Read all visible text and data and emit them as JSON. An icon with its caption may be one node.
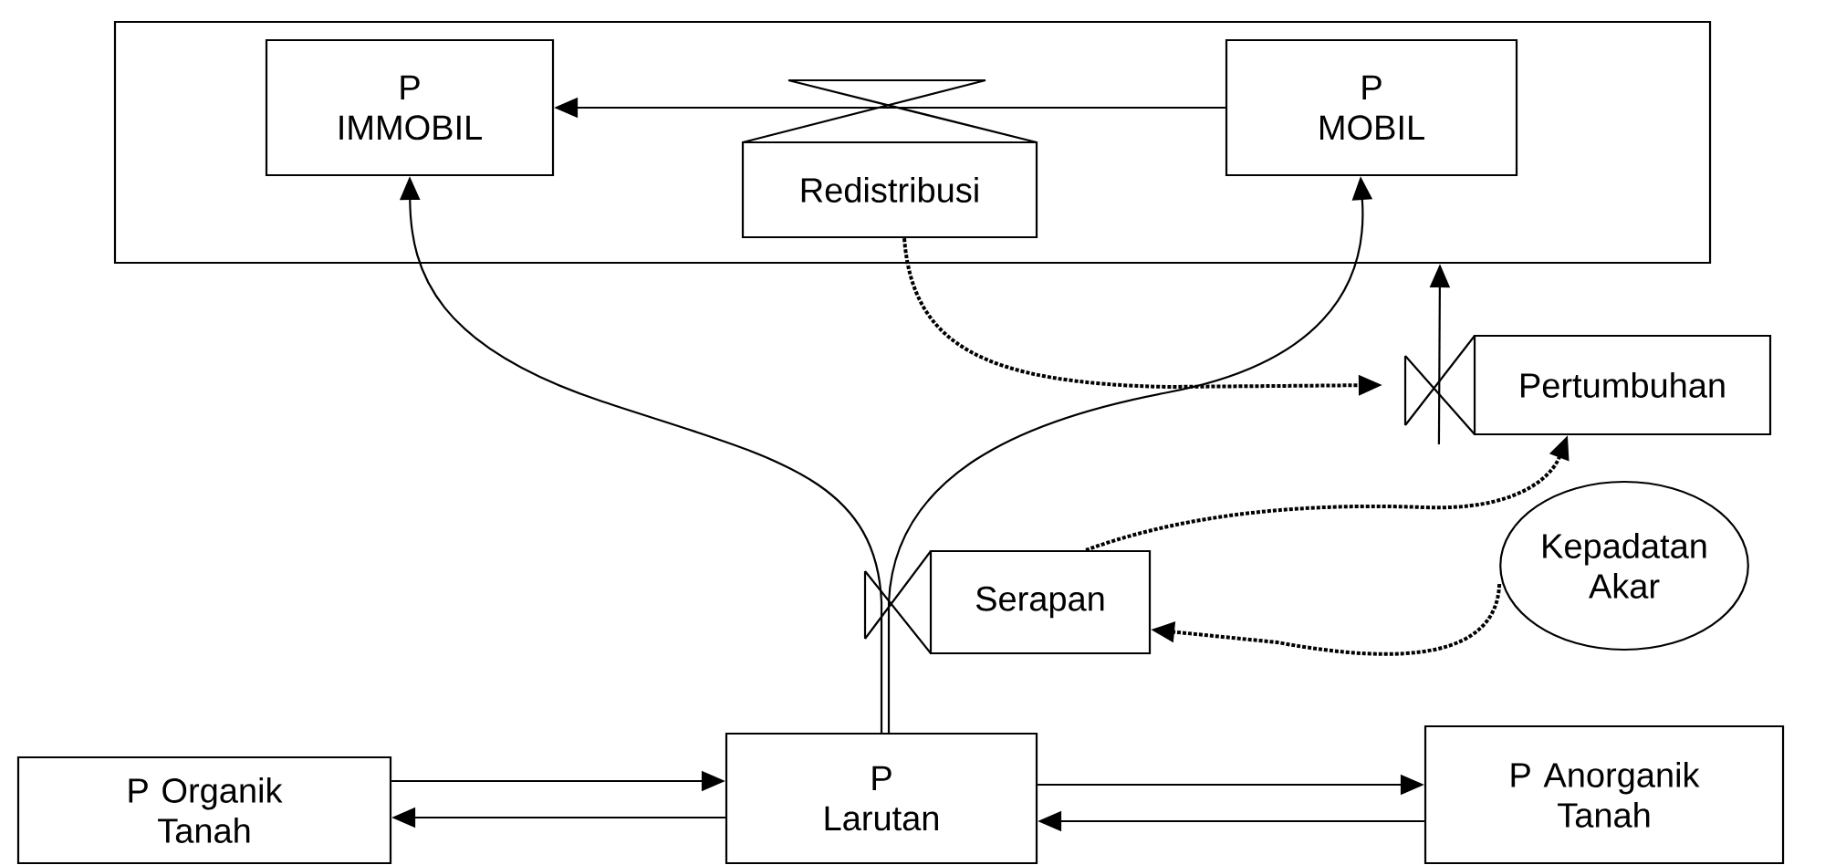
{
  "diagram": {
    "nodes": [
      {
        "text": [],
        "shape": "box"
      },
      {
        "text": [
          "P IMMOBIL"
        ],
        "in": 0
      },
      {
        "text": [
          "P MOBIL"
        ],
        "in": 0
      },
      {
        "text": [
          "Redistribusi"
        ],
        "in": 0
      },
      {
        "text": [
          "Pertumbuhan"
        ]
      },
      {
        "text": [
          "Serapan"
        ]
      },
      {
        "text": [
          "Kepadatan Akar"
        ]
      },
      {
        "text": [
          "P Organik Tanah"
        ]
      },
      {
        "text": [
          "P Larutan"
        ]
      },
      {
        "text": [
          "P Anorganik Tanah"
        ]
      }
    ],
    "edges": [
      {
        "from": 2,
        "to": 1,
        "arrow": "to"
      },
      {
        "from": 8,
        "to": 1,
        "arrow": "to"
      },
      {
        "from": 8,
        "to": 2,
        "arrow": "to"
      },
      {
        "from": 3,
        "to": 4,
        "arrow": "to",
        "style": "dashed"
      },
      {
        "from": 5,
        "to": 4,
        "arrow": "to",
        "style": "dashed"
      },
      {
        "from": 6,
        "to": 5,
        "arrow": "to",
        "style": "dashed"
      },
      {
        "from": 4,
        "to": 0,
        "arrow": "to"
      },
      {
        "from": 7,
        "to": 8,
        "arrow": "to"
      },
      {
        "from": 8,
        "to": 7,
        "arrow": "to"
      },
      {
        "from": 8,
        "to": 9,
        "arrow": "to"
      },
      {
        "from": 9,
        "to": 8,
        "arrow": "to"
      }
    ]
  }
}
